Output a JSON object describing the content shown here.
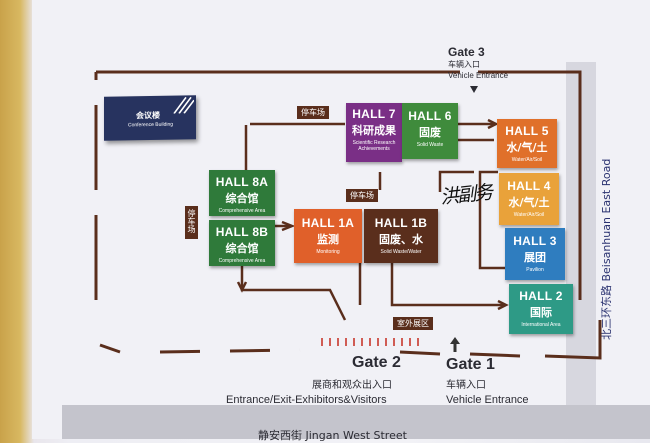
{
  "gate3": {
    "name": "Gate 3",
    "zh": "车辆入口",
    "en": "Vehicle Entrance"
  },
  "gate2": {
    "name": "Gate 2",
    "zh": "展商和观众出入口",
    "en": "Entrance/Exit-Exhibitors&Visitors"
  },
  "gate1": {
    "name": "Gate 1",
    "zh": "车辆入口",
    "en": "Vehicle Entrance"
  },
  "road_east": "北三环东路 Beisanhuan East Road",
  "road_south": "静安西街 Jingan West Street",
  "conference": {
    "zh": "会议楼",
    "en": "Conference Building"
  },
  "parking": "停车场",
  "parking_vertical": "停车场",
  "outdoor": "室外展区",
  "handwritten": "洪副务",
  "halls": {
    "h7": {
      "name": "HALL 7",
      "zh": "科研成果",
      "en": "Scientific Research Achievements"
    },
    "h6": {
      "name": "HALL 6",
      "zh": "固废",
      "en": "Solid Waste"
    },
    "h5": {
      "name": "HALL 5",
      "zh": "水/气/土",
      "en": "Water/Air/Soil"
    },
    "h4": {
      "name": "HALL 4",
      "zh": "水/气/土",
      "en": "Water/Air/Soil"
    },
    "h3": {
      "name": "HALL 3",
      "zh": "展团",
      "en": "Pavilion"
    },
    "h2": {
      "name": "HALL 2",
      "zh": "国际",
      "en": "International Area"
    },
    "h8a": {
      "name": "HALL 8A",
      "zh": "综合馆",
      "en": "Comprehensive Area"
    },
    "h8b": {
      "name": "HALL 8B",
      "zh": "综合馆",
      "en": "Comprehensive Area"
    },
    "h1a": {
      "name": "HALL 1A",
      "zh": "监测",
      "en": "Monitoring"
    },
    "h1b": {
      "name": "HALL 1B",
      "zh": "固废、水",
      "en": "Solid Waste/Water"
    }
  },
  "colors": {
    "purple": "#7a2f86",
    "green": "#3f8b3c",
    "orange": "#e0702a",
    "amber": "#e9a23a",
    "blue": "#2f7dbf",
    "teal": "#2e9a86",
    "darkgreen": "#2f7a3a",
    "orangered": "#e0602a",
    "brown": "#5a2e1c",
    "navy": "#27335f",
    "arrow": "#c8372b"
  }
}
